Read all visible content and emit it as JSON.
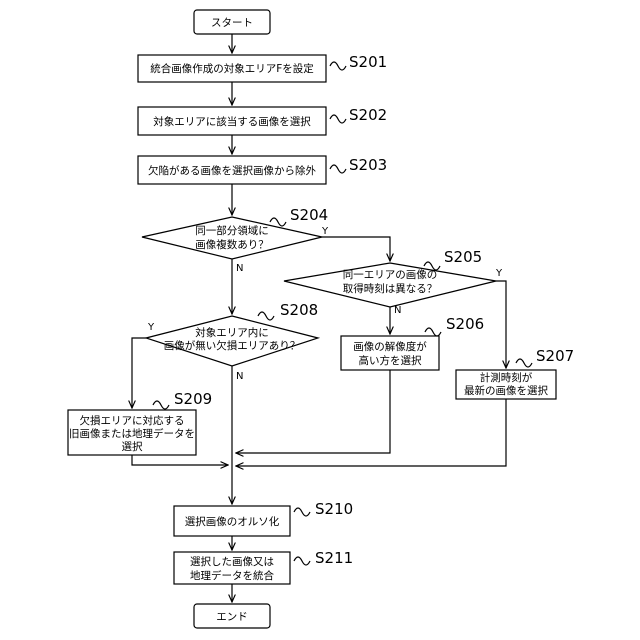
{
  "flow": {
    "start": "スタート",
    "end": "エンド",
    "s201": {
      "label": "S201",
      "text": "統合画像作成の対象エリアFを設定"
    },
    "s202": {
      "label": "S202",
      "text": "対象エリアに該当する画像を選択"
    },
    "s203": {
      "label": "S203",
      "text": "欠陥がある画像を選択画像から除外"
    },
    "s204": {
      "label": "S204",
      "line1": "同一部分領域に",
      "line2": "画像複数あり？"
    },
    "s205": {
      "label": "S205",
      "line1": "同一エリアの画像の",
      "line2": "取得時刻は異なる？"
    },
    "s206": {
      "label": "S206",
      "line1": "画像の解像度が",
      "line2": "高い方を選択"
    },
    "s207": {
      "label": "S207",
      "line1": "計測時刻が",
      "line2": "最新の画像を選択"
    },
    "s208": {
      "label": "S208",
      "line1": "対象エリア内に",
      "line2": "画像が無い欠損エリアあり？"
    },
    "s209": {
      "label": "S209",
      "line1": "欠損エリアに対応する",
      "line2": "旧画像または地理データを",
      "line3": "選択"
    },
    "s210": {
      "label": "S210",
      "text": "選択画像のオルソ化"
    },
    "s211": {
      "label": "S211",
      "line1": "選択した画像又は",
      "line2": "地理データを統合"
    },
    "yes": "Y",
    "no": "N"
  }
}
